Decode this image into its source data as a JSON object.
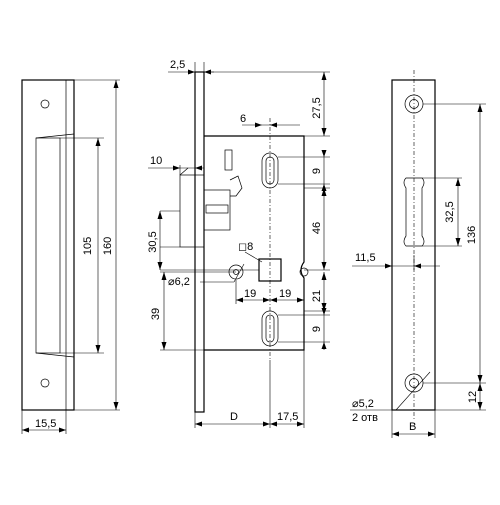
{
  "labels": {
    "strike_width": "15,5",
    "strike_inner_height": "105",
    "strike_total_height": "160",
    "plate_thickness": "2,5",
    "slot_offset": "6",
    "top_offset": "27,5",
    "latch_depth": "10",
    "slot_height_top": "9",
    "spindle_distance": "46",
    "latch_offset": "30,5",
    "square_size": "◻8",
    "hole_dia": "⌀6,2",
    "left_19": "19",
    "right_19": "19",
    "lower_offset": "21",
    "bottom_offset": "39",
    "slot_height_bottom": "9",
    "backset": "D",
    "center_offset": "17,5",
    "face_center_offset": "11,5",
    "cut_height": "32,5",
    "face_hole_spacing": "136",
    "face_hole_dia": "⌀5,2",
    "face_hole_count": "2 отв",
    "face_bottom_offset": "12",
    "face_width": "B"
  }
}
